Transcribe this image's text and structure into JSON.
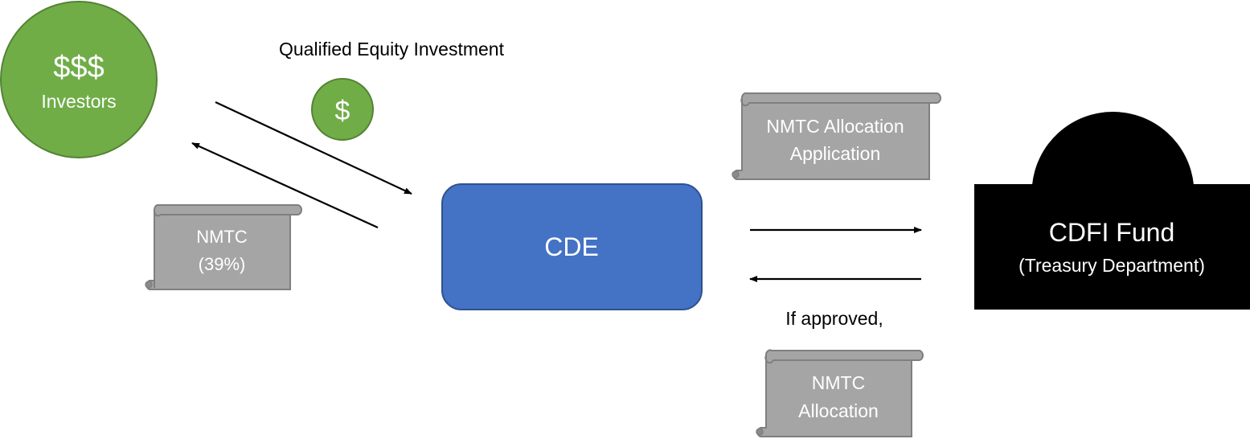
{
  "investors": {
    "symbol": "$$$",
    "label": "Investors",
    "fill": "#70AD47",
    "stroke": "#548235"
  },
  "qei": {
    "label": "Qualified Equity Investment",
    "coin_symbol": "$"
  },
  "nmtc_credit": {
    "line1": "NMTC",
    "line2": "(39%)"
  },
  "cde": {
    "label": "CDE",
    "fill": "#4472C4",
    "stroke": "#2F528F"
  },
  "application_scroll": {
    "line1": "NMTC Allocation",
    "line2": "Application"
  },
  "cdfi_fund": {
    "title": "CDFI Fund",
    "subtitle": "(Treasury Department)",
    "fill": "#000000"
  },
  "approval": {
    "text": "If approved,"
  },
  "allocation_scroll": {
    "line1": "NMTC",
    "line2": "Allocation"
  },
  "colors": {
    "scroll_fill": "#A5A5A5",
    "scroll_stroke": "#7F7F7F",
    "arrow": "#000000",
    "on_shape_text": "#ffffff",
    "text": "#000000"
  }
}
